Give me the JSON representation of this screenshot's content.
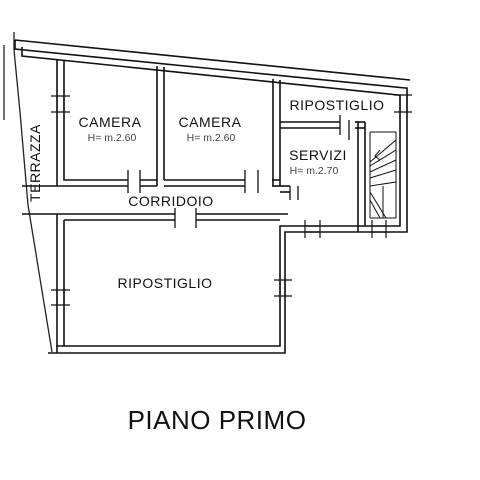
{
  "plan": {
    "title": "PIANO PRIMO",
    "terrace_label": "TERRAZZA",
    "rooms": {
      "camera_left": {
        "name": "CAMERA",
        "height": "H= m.2.60"
      },
      "camera_right": {
        "name": "CAMERA",
        "height": "H= m.2.60"
      },
      "ripostiglio_small": {
        "name": "RIPOSTIGLIO"
      },
      "servizi": {
        "name": "SERVIZI",
        "height": "H= m.2.70"
      },
      "corridoio": {
        "name": "CORRIDOIO"
      },
      "ripostiglio_large": {
        "name": "RIPOSTIGLIO"
      }
    }
  }
}
